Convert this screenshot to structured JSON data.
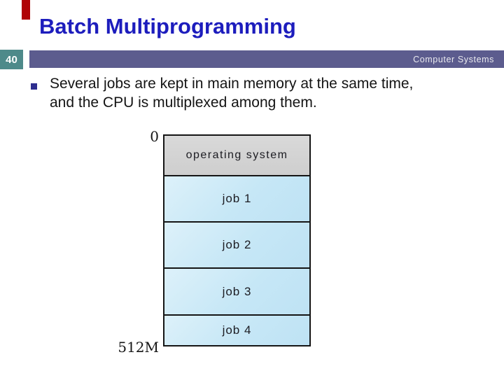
{
  "slide": {
    "title": "Batch Multiprogramming",
    "page_number": "40",
    "header_label": "Computer Systems",
    "bullet_lines": [
      "Several jobs are kept in main memory at the same time,",
      "and the CPU is multiplexed among them."
    ]
  },
  "diagram": {
    "top_address": "0",
    "bottom_address": "512M",
    "sections": [
      {
        "label": "operating system",
        "type": "os"
      },
      {
        "label": "job 1",
        "type": "job"
      },
      {
        "label": "job 2",
        "type": "job"
      },
      {
        "label": "job 3",
        "type": "job"
      },
      {
        "label": "job 4",
        "type": "job"
      }
    ]
  },
  "colors": {
    "title_blue": "#1d1dbd",
    "accent_red": "#b00406",
    "page_box_teal": "#4e8a8a",
    "band_purple": "#5c5c8e",
    "bullet_square_navy": "#2e2e8f",
    "os_box_gray": "#d4d4d4",
    "job_box_blue": "#c6e7f6",
    "diagram_border": "#151515"
  }
}
